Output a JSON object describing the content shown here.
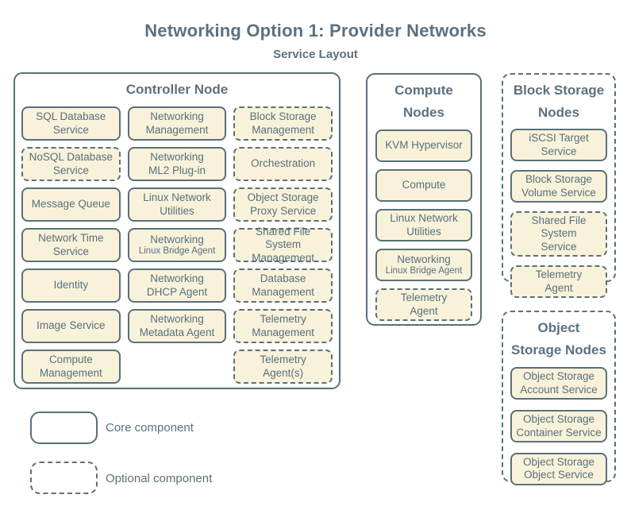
{
  "title": "Networking Option 1: Provider Networks",
  "subtitle": "Service Layout",
  "palette": {
    "background": "#ffffff",
    "box_fill": "#f9f2da",
    "border_ink": "#5a7078",
    "text_ink": "#57707c",
    "heading_ink": "#5b7181"
  },
  "groups": [
    {
      "title": "Controller Node",
      "optional": false,
      "services": [
        {
          "label": "SQL Database\nService",
          "optional": false
        },
        {
          "label": "Networking\nManagement",
          "optional": false
        },
        {
          "label": "Block Storage\nManagement",
          "optional": true
        },
        {
          "label": "NoSQL Database\nService",
          "optional": true
        },
        {
          "label": "Networking\nML2 Plug-in",
          "optional": false
        },
        {
          "label": "Orchestration",
          "optional": true
        },
        {
          "label": "Message Queue",
          "optional": false
        },
        {
          "label": "Linux Network\nUtilities",
          "optional": false
        },
        {
          "label": "Object Storage\nProxy Service",
          "optional": true
        },
        {
          "label": "Network Time\nService",
          "optional": false
        },
        {
          "label": "Networking",
          "sublabel": "Linux Bridge Agent",
          "optional": false
        },
        {
          "label": "Shared File System\nManagement",
          "optional": true
        },
        {
          "label": "Identity",
          "optional": false
        },
        {
          "label": "Networking\nDHCP Agent",
          "optional": false
        },
        {
          "label": "Database\nManagement",
          "optional": true
        },
        {
          "label": "Image Service",
          "optional": false
        },
        {
          "label": "Networking\nMetadata Agent",
          "optional": false
        },
        {
          "label": "Telemetry\nManagement",
          "optional": true
        },
        {
          "label": "Compute\nManagement",
          "optional": false
        },
        {
          "spacer": true
        },
        {
          "label": "Telemetry\nAgent(s)",
          "optional": true
        }
      ]
    },
    {
      "title": "Compute\nNodes",
      "optional": false,
      "services": [
        {
          "label": "KVM Hypervisor",
          "optional": false
        },
        {
          "label": "Compute",
          "optional": false
        },
        {
          "label": "Linux Network\nUtilities",
          "optional": false
        },
        {
          "label": "Networking",
          "sublabel": "Linux Bridge Agent",
          "optional": false
        },
        {
          "label": "Telemetry\nAgent",
          "optional": true
        }
      ]
    },
    {
      "title": "Block Storage\nNodes",
      "optional": true,
      "services": [
        {
          "label": "iSCSI Target\nService",
          "optional": false
        },
        {
          "label": "Block Storage\nVolume Service",
          "optional": false
        },
        {
          "label": "Shared File System\nService",
          "optional": true
        },
        {
          "label": "Telemetry\nAgent",
          "optional": true
        }
      ]
    },
    {
      "title": "Object\nStorage Nodes",
      "optional": true,
      "services": [
        {
          "label": "Object Storage\nAccount Service",
          "optional": false
        },
        {
          "label": "Object Storage\nContainer Service",
          "optional": false
        },
        {
          "label": "Object Storage\nObject Service",
          "optional": false
        }
      ]
    }
  ],
  "legend": [
    {
      "label": "Core component",
      "style": "solid"
    },
    {
      "label": "Optional component",
      "style": "dashed"
    }
  ]
}
